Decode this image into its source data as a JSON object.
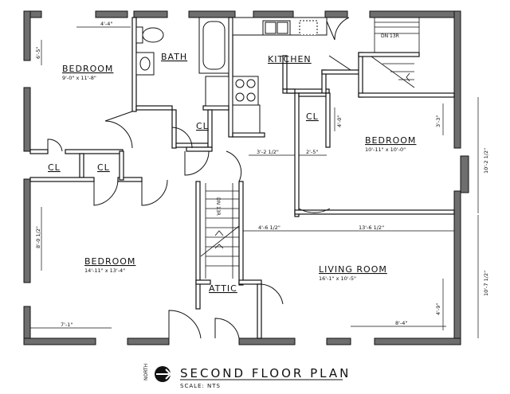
{
  "rooms": {
    "bedroom_nw": {
      "name": "BEDROOM",
      "dims": "9'-0\" x 11'-8\""
    },
    "bath": {
      "name": "BATH"
    },
    "kitchen": {
      "name": "KITCHEN"
    },
    "bedroom_e": {
      "name": "BEDROOM",
      "dims": "10'-11\" x 10'-0\""
    },
    "bedroom_sw": {
      "name": "BEDROOM",
      "dims": "14'-11\" x 13'-4\""
    },
    "living_room": {
      "name": "LIVING ROOM",
      "dims": "16'-1\" x 10'-5\""
    },
    "attic": {
      "name": "ATTIC"
    },
    "closet_bath": {
      "name": "CL"
    },
    "closet_e": {
      "name": "CL"
    },
    "closet_w1": {
      "name": "CL"
    },
    "closet_w2": {
      "name": "CL"
    }
  },
  "dimensions": {
    "d1": "4'-4\"",
    "d2": "6'-5\"",
    "d3": "3'-2 1/2\"",
    "d4": "2'-5\"",
    "d5": "4'-0\"",
    "d6": "3'-3\"",
    "d7": "10'-2 1/2\"",
    "d8": "4'-6 1/2\"",
    "d9": "13'-6 1/2\"",
    "d10": "8'-0 1/2\"",
    "d11": "10'-7 1/2\"",
    "d12": "4'-9\"",
    "d13": "7'-1\"",
    "d14": "8'-4\""
  },
  "stairs": {
    "dn_upper": "DN 13R",
    "dn_lower": "DN 13R"
  },
  "title": {
    "main": "SECOND FLOOR PLAN",
    "scale": "SCALE: NTS",
    "north": "NORTH"
  }
}
